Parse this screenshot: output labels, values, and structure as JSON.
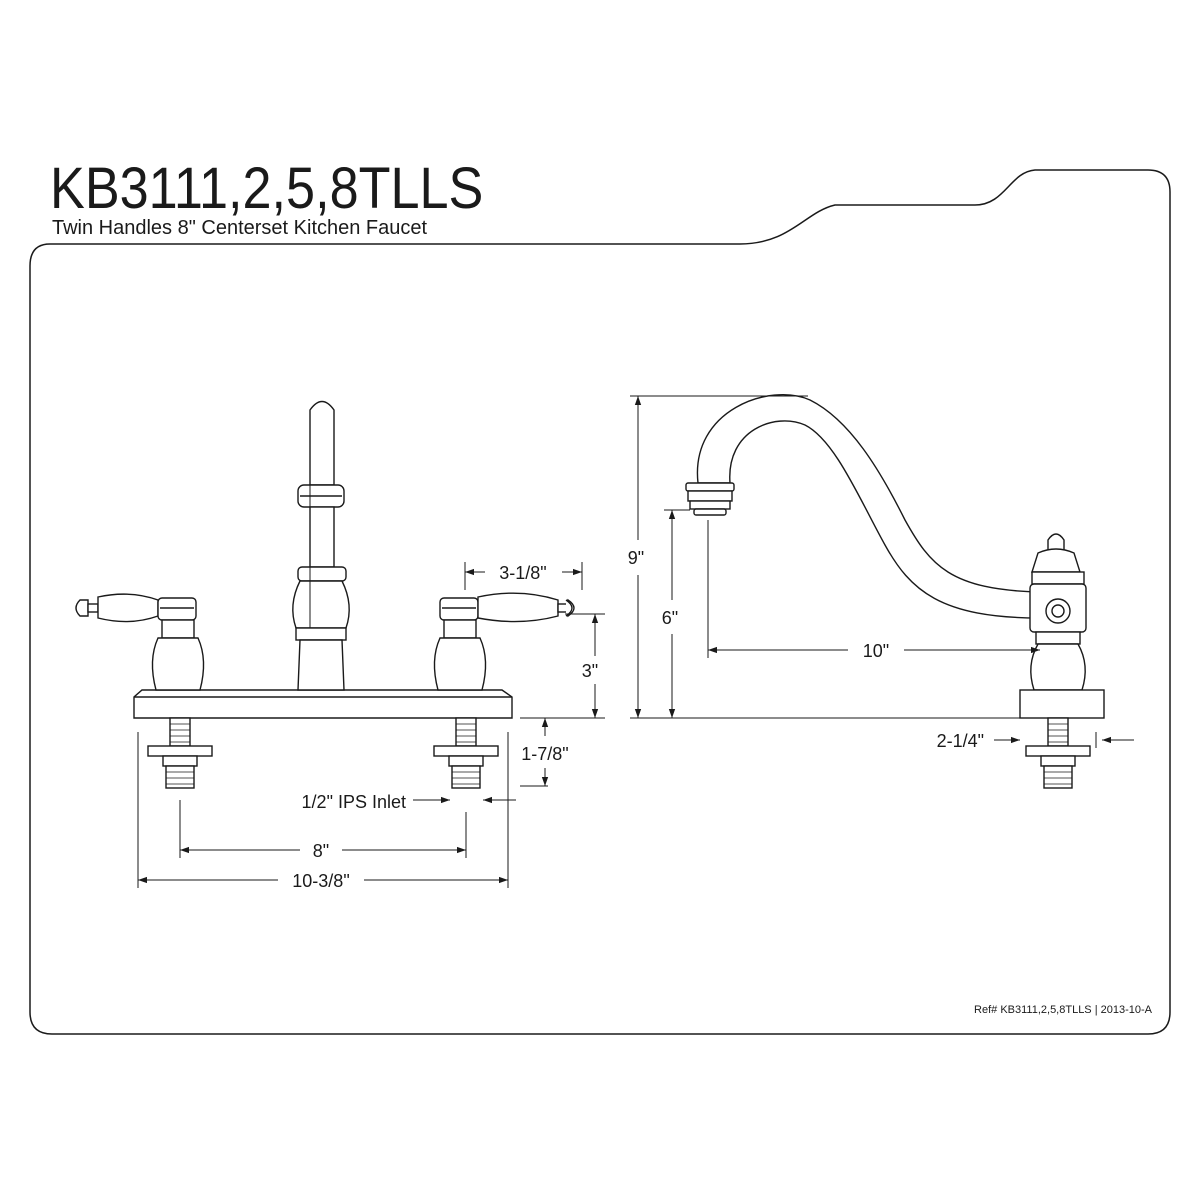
{
  "sheet": {
    "title": "KB3111,2,5,8TLLS",
    "subtitle": "Twin Handles 8\" Centerset Kitchen Faucet",
    "ref": "Ref# KB3111,2,5,8TLLS | 2013-10-A"
  },
  "front_view": {
    "dims": {
      "handle_height": "3-1/8\"",
      "deck_height": "3\"",
      "shank": "1-7/8\"",
      "inlet": "1/2\" IPS Inlet",
      "centers": "8\"",
      "overall_width": "10-3/8\""
    }
  },
  "side_view": {
    "dims": {
      "height": "9\"",
      "spout_height": "6\"",
      "reach": "10\"",
      "shank_offset": "2-1/4\""
    }
  }
}
